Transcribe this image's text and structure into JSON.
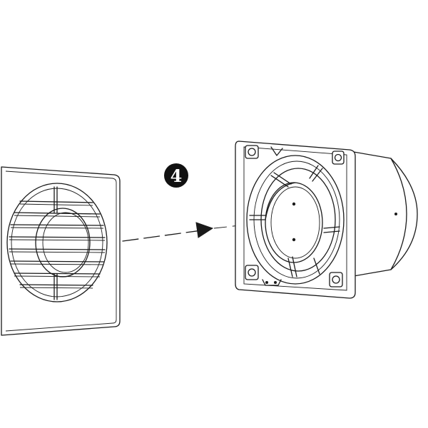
{
  "diagram": {
    "step": {
      "number": "4",
      "circle_color": "#111111",
      "text_color": "#ffffff"
    },
    "line_color": "#1a1a1a",
    "background_color": "#ffffff",
    "parts": [
      "front-grille-cover",
      "fan-body"
    ],
    "connection": {
      "from": "front-grille-cover",
      "to": "fan-body",
      "style": "dashed-arrow"
    }
  }
}
